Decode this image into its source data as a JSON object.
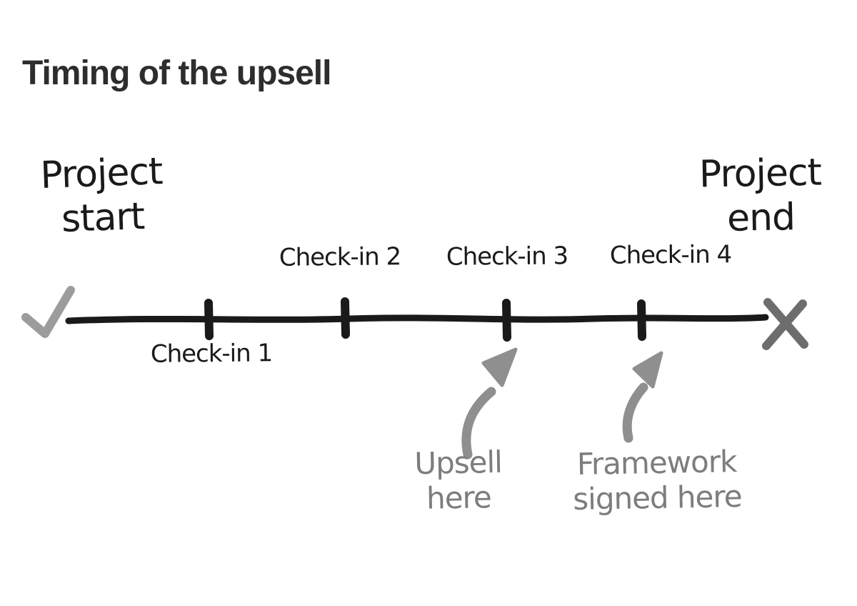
{
  "title": "Timing of the upsell",
  "colors": {
    "background": "#ffffff",
    "title_color": "#2d2d2d",
    "ink": "#1a1a1a",
    "gray_text": "#7d7d7d",
    "arrow": "#8f8f8f",
    "checkmark": "#9c9c9c",
    "x_mark": "#6d6d6d"
  },
  "timeline": {
    "start_label": {
      "line1": "Project",
      "line2": "start"
    },
    "end_label": {
      "line1": "Project",
      "line2": "end"
    },
    "checkins": [
      {
        "label": "Check-in 1"
      },
      {
        "label": "Check-in 2"
      },
      {
        "label": "Check-in 3"
      },
      {
        "label": "Check-in 4"
      }
    ]
  },
  "annotations": {
    "upsell": {
      "line1": "Upsell",
      "line2": "here"
    },
    "framework": {
      "line1": "Framework",
      "line2": "signed here"
    }
  }
}
